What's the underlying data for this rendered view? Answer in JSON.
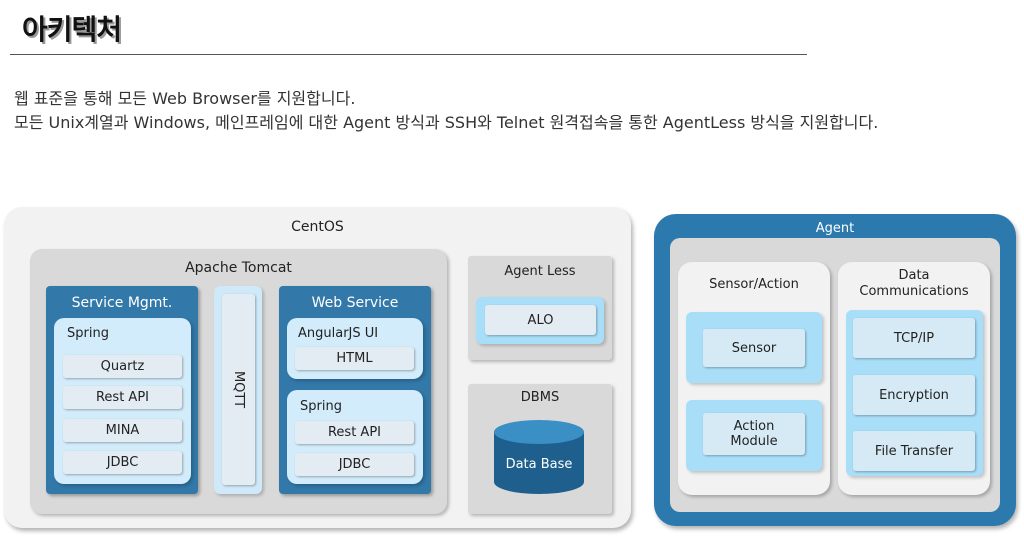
{
  "header": {
    "title": "아키텍처",
    "desc_line1": "웹 표준을 통해 모든 Web Browser를 지원합니다.",
    "desc_line2": "모든 Unix계열과 Windows, 메인프레임에 대한 Agent 방식과 SSH와 Telnet 원격접속을 통한 AgentLess 방식을 지원합니다."
  },
  "centos": {
    "label": "CentOS",
    "tomcat": {
      "label": "Apache Tomcat",
      "service_mgmt": {
        "label": "Service Mgmt.",
        "spring": "Spring",
        "items": [
          "Quartz",
          "Rest API",
          "MINA",
          "JDBC"
        ]
      },
      "mqtt": "MQTT",
      "web_service": {
        "label": "Web Service",
        "angular": {
          "label": "AngularJS UI",
          "items": [
            "HTML"
          ]
        },
        "spring": {
          "label": "Spring",
          "items": [
            "Rest API",
            "JDBC"
          ]
        }
      }
    },
    "agent_less": {
      "label": "Agent Less",
      "item": "ALO"
    },
    "dbms": {
      "label": "DBMS",
      "db": "Data Base"
    }
  },
  "agent": {
    "label": "Agent",
    "sensor_action": {
      "label": "Sensor/Action",
      "items": [
        "Sensor",
        "Action\nModule"
      ]
    },
    "data_comm": {
      "label": "Data\nCommunications",
      "items": [
        "TCP/IP",
        "Encryption",
        "File Transfer"
      ]
    }
  },
  "colors": {
    "dark_blue": "#3278a8",
    "agent_blue": "#2c79ad",
    "light_blue": "#d2ecfb"
  }
}
